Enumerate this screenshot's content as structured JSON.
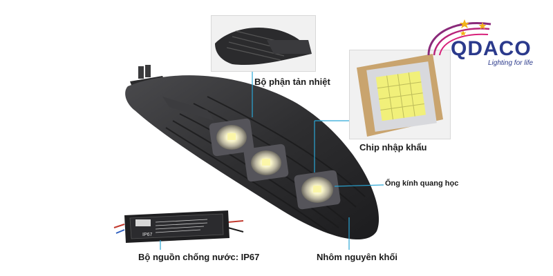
{
  "brand": {
    "name": "QDACO",
    "tagline": "Lighting for life",
    "colors": {
      "primary": "#2b3a8c",
      "accent": "#d8207a",
      "star": "#f2b319"
    }
  },
  "callouts": {
    "heatsink": "Bộ phận tản nhiệt",
    "chip": "Chip nhập khẩu",
    "lens": "Ống kính quang học",
    "driver": "Bộ nguồn chống nước: IP67",
    "body": "Nhôm nguyên khối"
  },
  "driver_label": {
    "rating": "IP67"
  },
  "colors": {
    "leader_line": "#2aa7d6",
    "lamp_body": "#2e2e30",
    "chip_phosphor": "#f1f07a"
  }
}
